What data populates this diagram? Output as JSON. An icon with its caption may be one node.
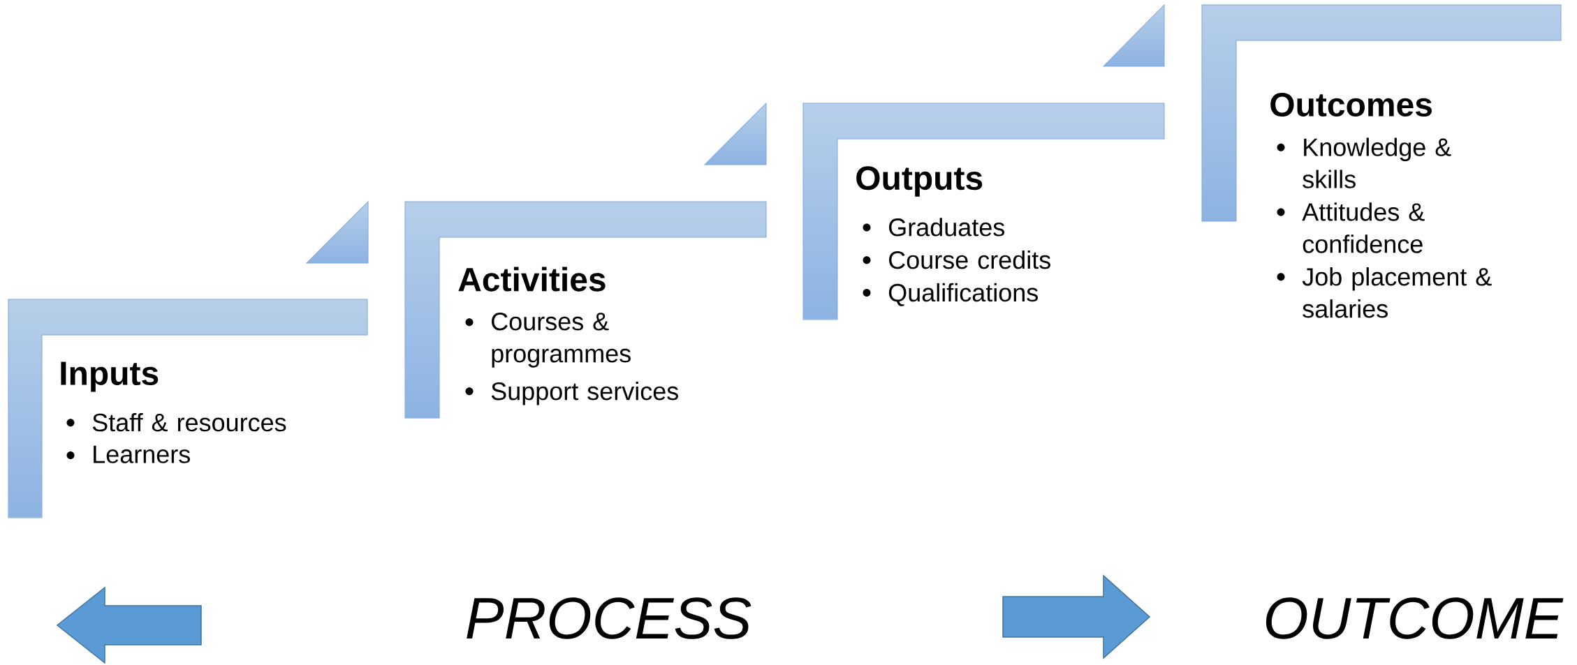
{
  "diagram": {
    "nodes": [
      {
        "text": [
          "Inputs",
          "Staff & resources",
          "Learners"
        ]
      },
      {
        "text": [
          "Activities",
          "Courses & programmes",
          "Support services"
        ]
      },
      {
        "text": [
          "Outputs",
          "Graduates",
          "Course credits",
          "Qualifications"
        ]
      },
      {
        "text": [
          "Outcomes",
          "Knowledge & skills",
          "Attitudes & confidence",
          "Job placement & salaries"
        ]
      }
    ],
    "labels": [
      "PROCESS",
      "OUTCOME"
    ]
  }
}
